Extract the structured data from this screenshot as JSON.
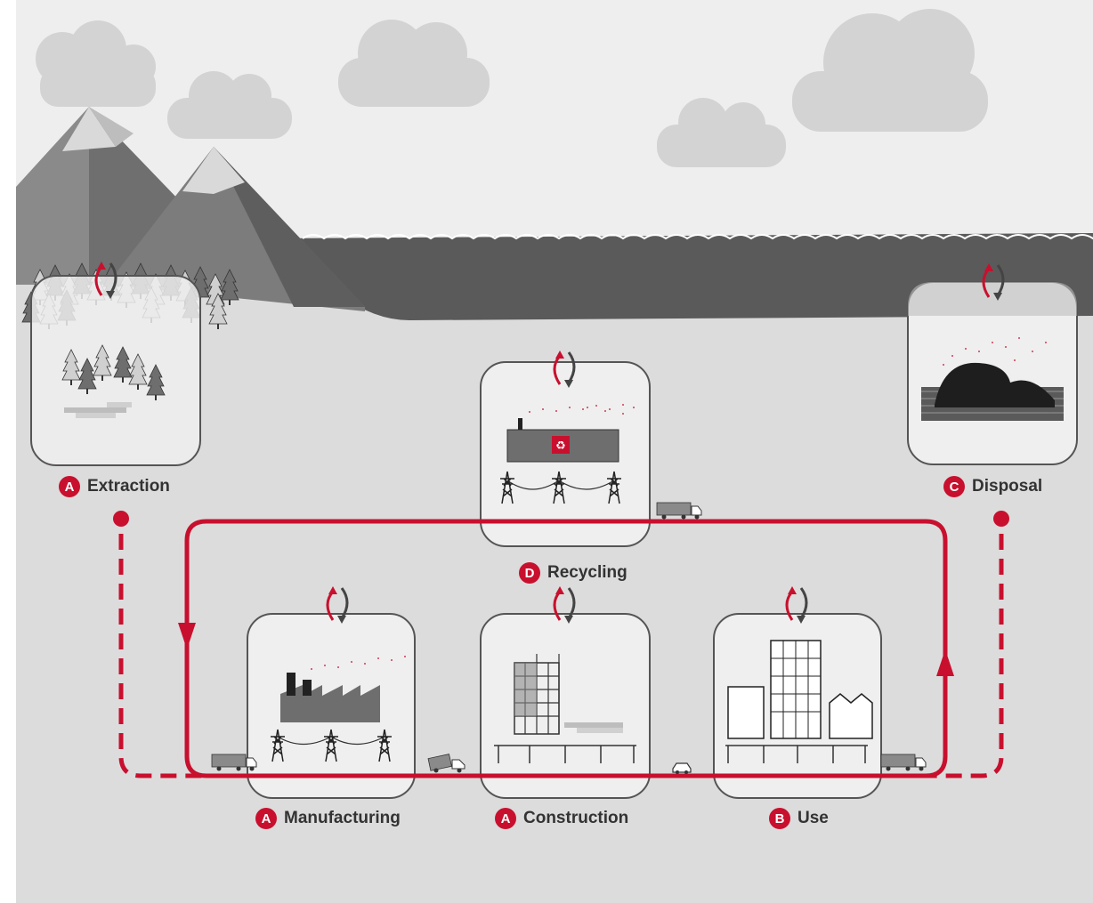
{
  "stages": {
    "extraction": {
      "letter": "A",
      "label": "Extraction"
    },
    "recycling": {
      "letter": "D",
      "label": "Recycling"
    },
    "disposal": {
      "letter": "C",
      "label": "Disposal"
    },
    "manufacturing": {
      "letter": "A",
      "label": "Manufacturing"
    },
    "construction": {
      "letter": "A",
      "label": "Construction"
    },
    "use": {
      "letter": "B",
      "label": "Use"
    }
  },
  "colors": {
    "accent": "#c8102e",
    "panel_bg": "#efefef",
    "panel_border": "#555555",
    "ground": "#dcdcdc",
    "sky": "#eeeeee",
    "clouds": "#d3d3d3",
    "water": "#5a5a5a",
    "mountain": "#7c7c7c",
    "snow": "#d9d9d9"
  }
}
